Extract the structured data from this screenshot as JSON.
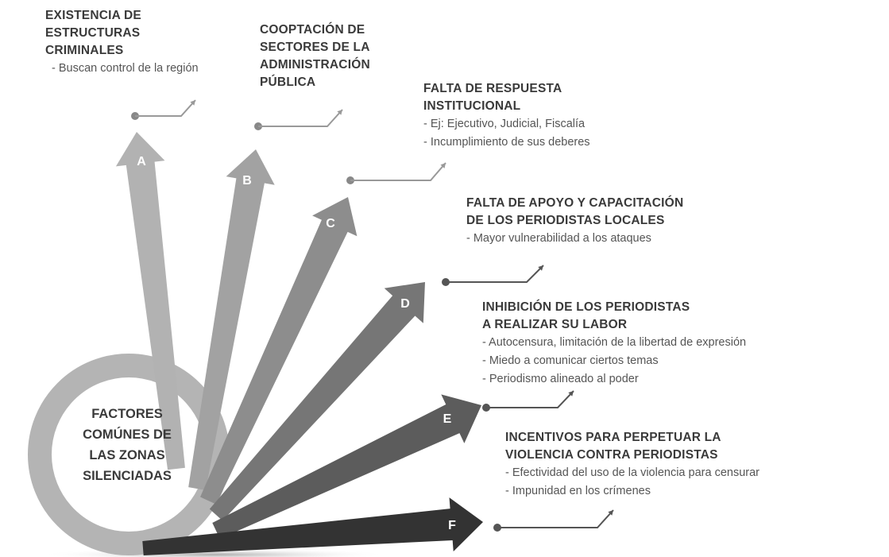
{
  "center": {
    "lines": [
      "FACTORES",
      "COMÚNES DE",
      "LAS ZONAS",
      "SILENCIADAS"
    ]
  },
  "factors": [
    {
      "letter": "A",
      "title": "EXISTENCIA DE\nESTRUCTURAS\nCRIMINALES",
      "items": [
        "- Buscan control de la región"
      ],
      "color": "#b2b2b2"
    },
    {
      "letter": "B",
      "title": "COOPTACIÓN DE\nSECTORES DE LA\nADMINISTRACIÓN\nPÚBLICA",
      "items": [],
      "color": "#a2a2a2"
    },
    {
      "letter": "C",
      "title": "FALTA DE RESPUESTA\nINSTITUCIONAL",
      "items": [
        "- Ej: Ejecutivo, Judicial, Fiscalía",
        "- Incumplimiento de sus deberes"
      ],
      "color": "#8d8d8d"
    },
    {
      "letter": "D",
      "title": "FALTA DE APOYO Y CAPACITACIÓN\nDE LOS PERIODISTAS LOCALES",
      "items": [
        "- Mayor vulnerabilidad a los ataques"
      ],
      "color": "#767676"
    },
    {
      "letter": "E",
      "title": "INHIBICIÓN DE LOS PERIODISTAS\nA REALIZAR SU LABOR",
      "items": [
        "- Autocensura, limitación de la libertad de expresión",
        "- Miedo a comunicar ciertos temas",
        "- Periodismo alineado al poder"
      ],
      "color": "#5c5c5c"
    },
    {
      "letter": "F",
      "title": "INCENTIVOS PARA PERPETUAR LA\nVIOLENCIA CONTRA PERIODISTAS",
      "items": [
        "- Efectividad del uso de la violencia para censurar",
        "- Impunidad en los crímenes"
      ],
      "color": "#333333"
    }
  ]
}
